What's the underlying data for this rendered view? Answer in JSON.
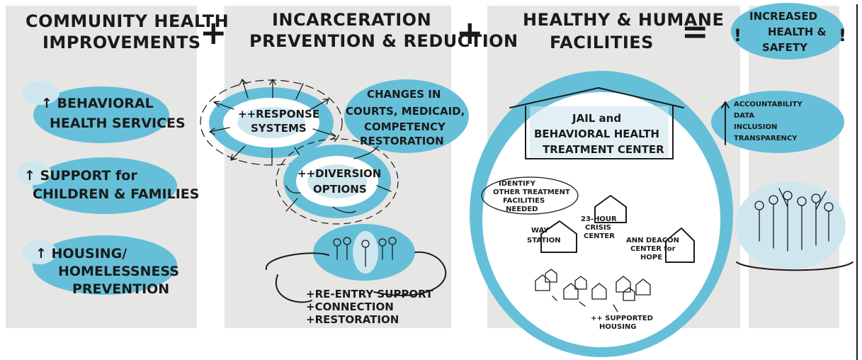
{
  "colors": {
    "accent": "#66bfd8",
    "panel": "#e6e6e4",
    "ink": "#1a1a1a"
  },
  "operators": {
    "plus1": "+",
    "plus2": "+",
    "equals": "="
  },
  "col1": {
    "title_1": "COMMUNITY HEALTH",
    "title_2": "IMPROVEMENTS",
    "item1_1": "↑ BEHAVIORAL",
    "item1_2": "HEALTH SERVICES",
    "item2_1": "↑ SUPPORT for",
    "item2_2": "CHILDREN & FAMILIES",
    "item3_1": "↑ HOUSING/",
    "item3_2": "HOMELESSNESS",
    "item3_3": "PREVENTION"
  },
  "col2": {
    "title_1": "INCARCERATION",
    "title_2": "PREVENTION & REDUCTION",
    "response_1": "++RESPONSE",
    "response_2": "SYSTEMS",
    "courts_1": "CHANGES IN",
    "courts_2": "COURTS, MEDICAID,",
    "courts_3": "COMPETENCY",
    "courts_4": "RESTORATION",
    "diversion_1": "++DIVERSION",
    "diversion_2": "OPTIONS",
    "reentry_1": "+RE-ENTRY SUPPORT",
    "reentry_2": "+CONNECTION",
    "reentry_3": "+RESTORATION"
  },
  "col3": {
    "title_1": "HEALTHY & HUMANE",
    "title_2": "FACILITIES",
    "jail_1": "JAIL and",
    "jail_2": "BEHAVIORAL HEALTH",
    "jail_3": "TREATMENT CENTER",
    "identify_1": "IDENTIFY",
    "identify_2": "OTHER TREATMENT",
    "identify_3": "FACILITIES",
    "identify_4": "NEEDED",
    "way_1": "WAY",
    "way_2": "STATION",
    "crisis_1": "23-HOUR",
    "crisis_2": "CRISIS",
    "crisis_3": "CENTER",
    "ann_1": "ANN DEACON",
    "ann_2": "CENTER for",
    "ann_3": "HOPE",
    "housing_1": "++ SUPPORTED",
    "housing_2": "HOUSING"
  },
  "col4": {
    "title_1": "INCREASED",
    "title_2": "HEALTH &",
    "title_3": "SAFETY",
    "bang": "!",
    "acc_1": "ACCOUNTABILITY",
    "acc_2": "DATA",
    "acc_3": "INCLUSION",
    "acc_4": "TRANSPARENCY"
  }
}
